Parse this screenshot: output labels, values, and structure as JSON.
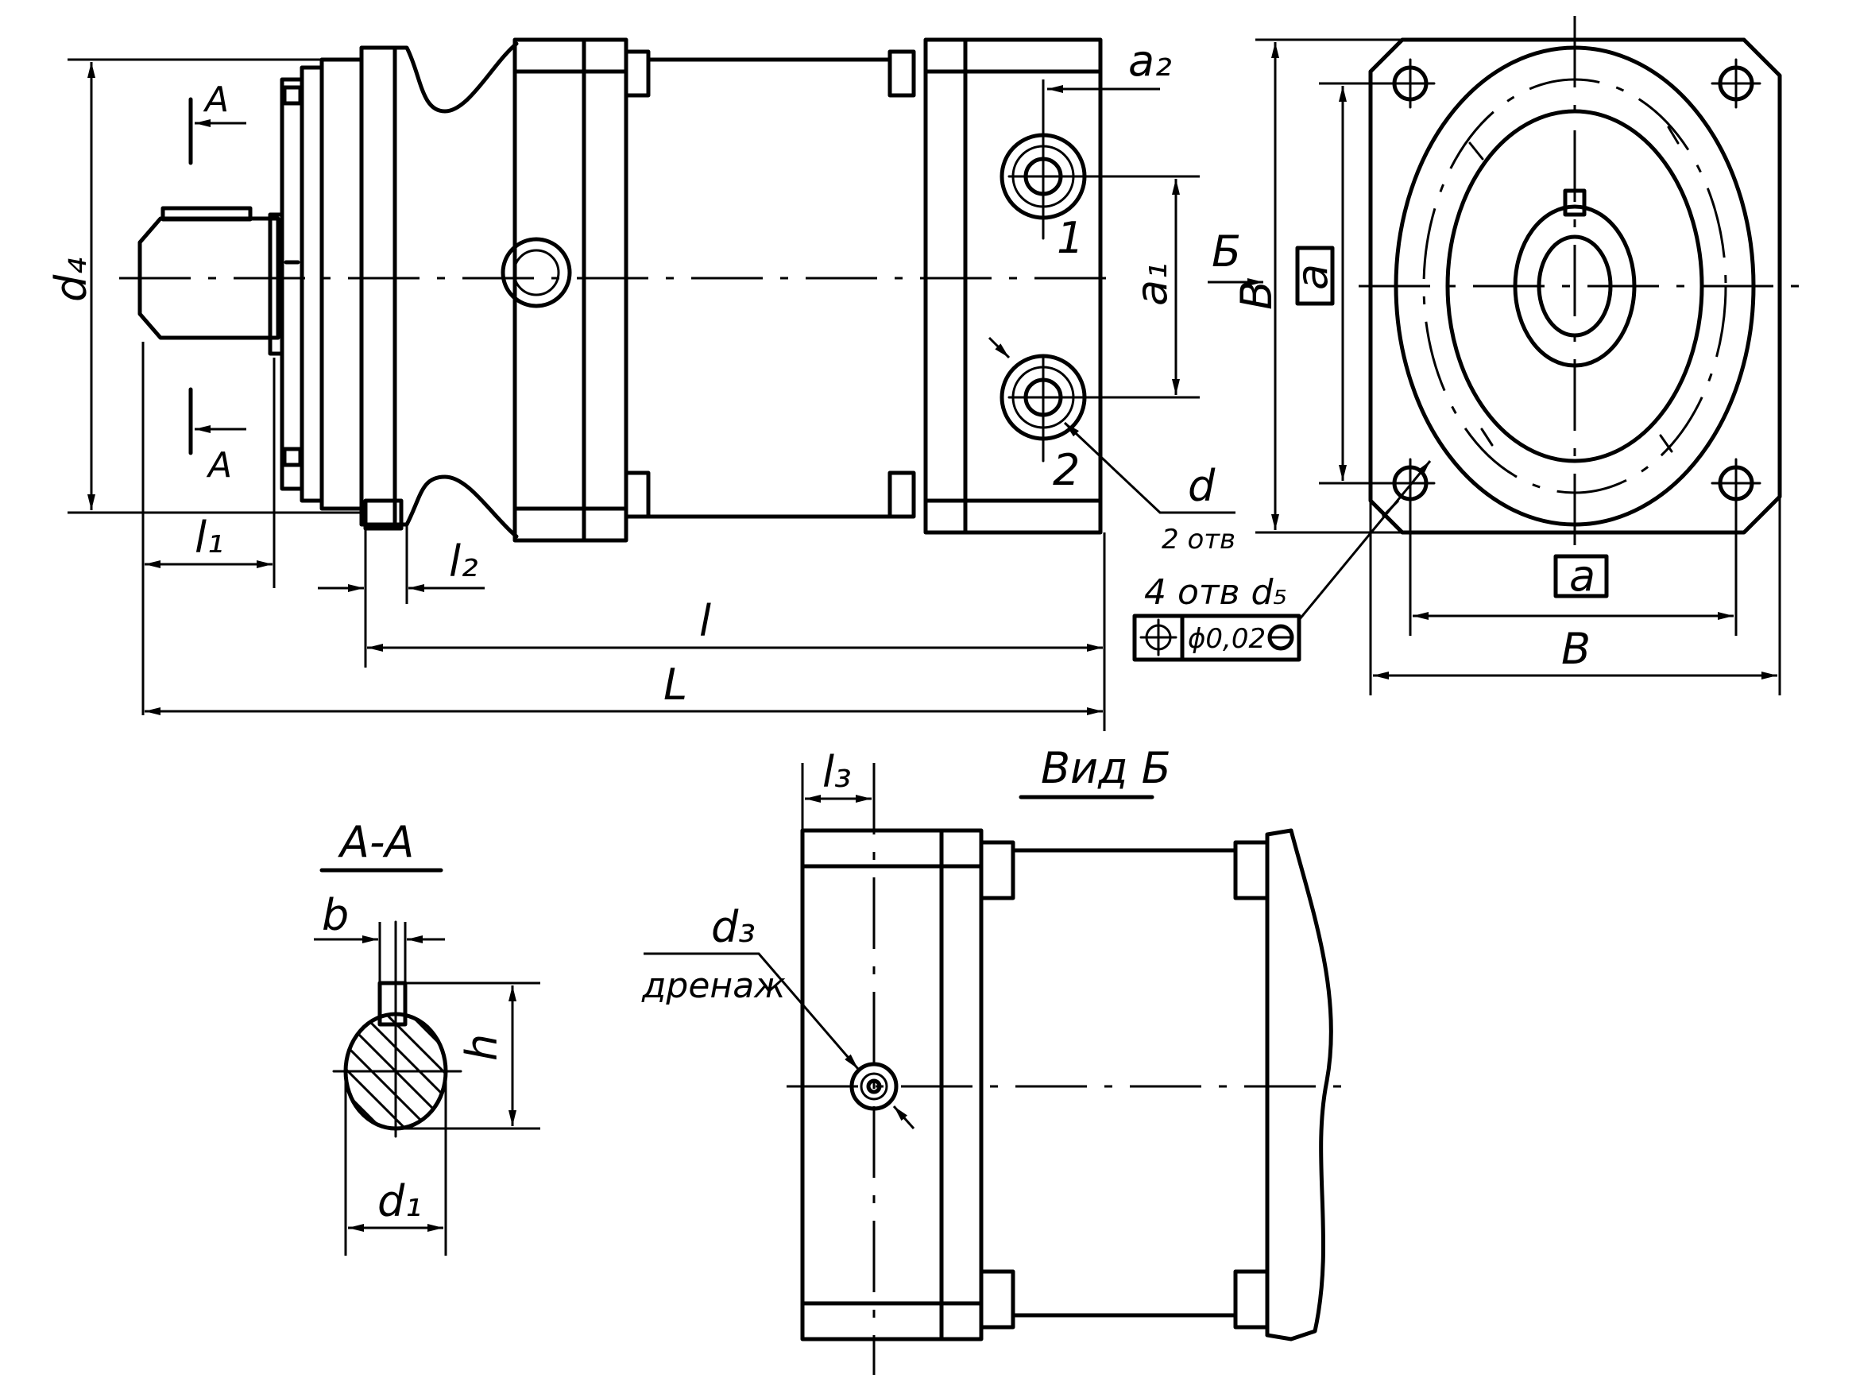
{
  "labels": {
    "section_a_top": "A",
    "section_a_bottom": "A",
    "d4": "d₄",
    "l1": "l₁",
    "l2": "l₂",
    "l": "l",
    "L": "L",
    "a2": "a₂",
    "a1": "a₁",
    "port1": "1",
    "port2": "2",
    "d": "d",
    "holes_2": "2 отв",
    "view_b_arrow": "Б",
    "B_height": "B",
    "a_vertical": "a",
    "a_horizontal": "a",
    "B_width": "B",
    "holes_4": "4 отв  d₅",
    "tol_value": "ϕ0,02",
    "section_title": "A-A",
    "b": "b",
    "h": "h",
    "d1": "d₁",
    "view_b_title": "Вид Б",
    "l3": "l₃",
    "d3": "d₃",
    "drain": "дренаж"
  },
  "colors": {
    "line": "#000000",
    "background": "#ffffff"
  }
}
